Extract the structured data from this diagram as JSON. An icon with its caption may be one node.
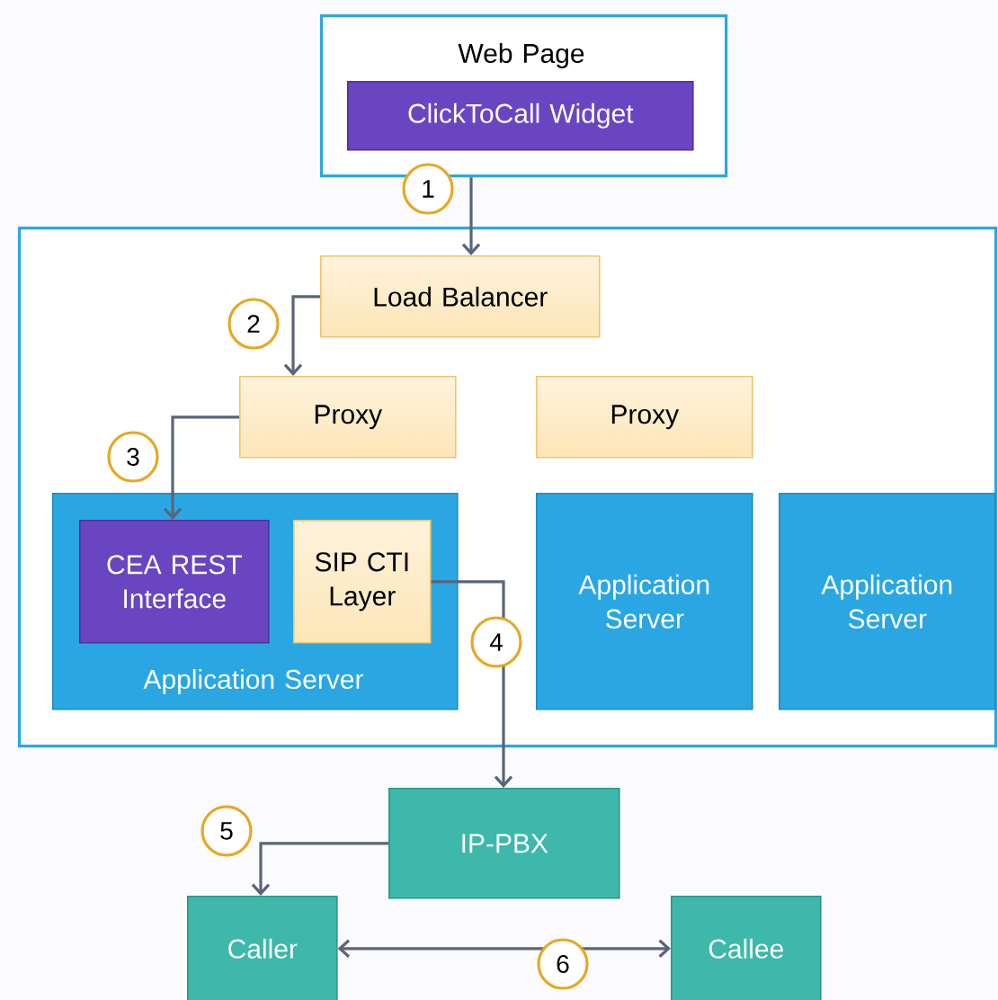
{
  "diagram": {
    "nodes": [
      {
        "text": [
          "Web Page"
        ]
      },
      {
        "text": [
          "ClickToCall Widget"
        ],
        "in": 0
      },
      {
        "text": [],
        "shape": "box"
      },
      {
        "text": [
          "Load Balancer"
        ],
        "in": 2
      },
      {
        "text": [
          "Proxy"
        ],
        "in": 2
      },
      {
        "text": [
          "Proxy"
        ],
        "in": 2
      },
      {
        "text": [
          "Application Server"
        ],
        "in": 2
      },
      {
        "text": [
          "CEA REST Interface"
        ],
        "in": 6
      },
      {
        "text": [
          "SIP CTI Layer"
        ],
        "in": 6
      },
      {
        "text": [
          "Application Server"
        ],
        "in": 2
      },
      {
        "text": [
          "Application Server"
        ],
        "in": 2
      },
      {
        "text": [
          "IP-PBX"
        ]
      },
      {
        "text": [
          "Caller"
        ]
      },
      {
        "text": [
          "Callee"
        ]
      }
    ],
    "edges": [
      {
        "from": 0,
        "to": 3,
        "arrow": "to",
        "label": "1"
      },
      {
        "from": 3,
        "to": 4,
        "arrow": "to",
        "label": "2"
      },
      {
        "from": 4,
        "to": 7,
        "arrow": "to",
        "label": "3"
      },
      {
        "from": 8,
        "to": 11,
        "arrow": "to",
        "label": "4"
      },
      {
        "from": 11,
        "to": 12,
        "arrow": "to",
        "label": "5"
      },
      {
        "from": 12,
        "to": 13,
        "arrow": "both",
        "label": "6"
      }
    ]
  }
}
